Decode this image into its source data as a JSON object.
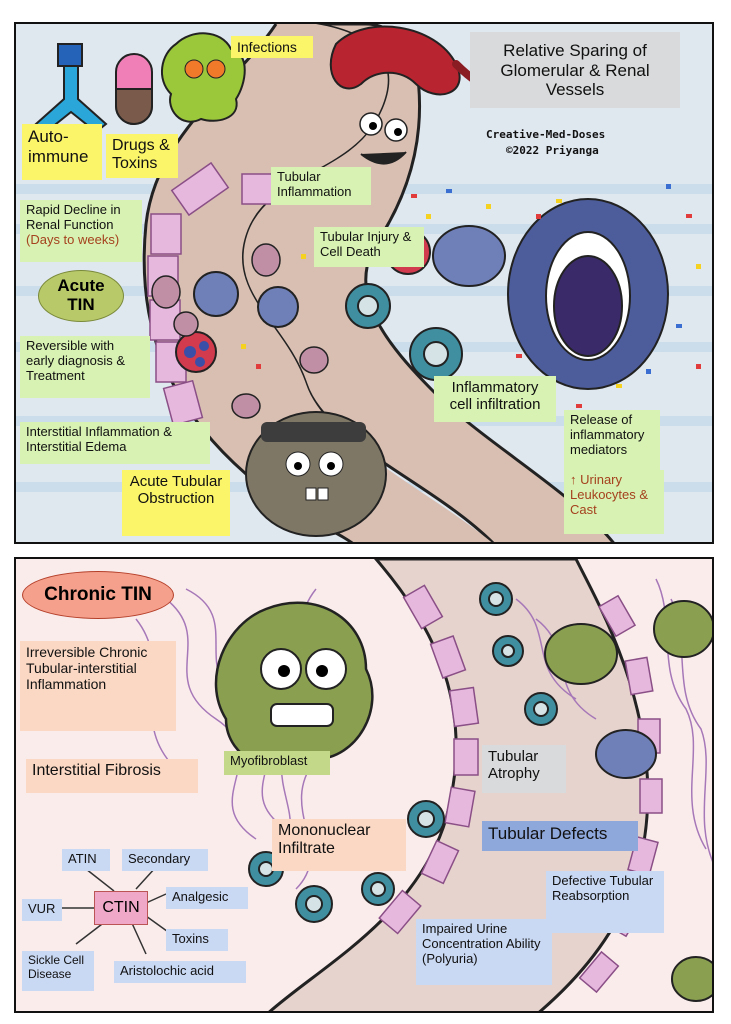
{
  "top_panel": {
    "infections": "Infections",
    "relative_sparing": "Relative Sparing of Glomerular & Renal Vessels",
    "credit_line1": "Creative-Med-Doses",
    "credit_line2": "©2022 Priyanga",
    "autoimmune": "Auto-immune",
    "drugs_toxins": "Drugs & Toxins",
    "tubular_inflammation": "Tubular Inflammation",
    "rapid_decline": "Rapid Decline in Renal Function",
    "rapid_decline_sub": "(Days to weeks)",
    "tubular_injury": "Tubular Injury & Cell Death",
    "acute_tin": "Acute TIN",
    "reversible": "Reversible with early diagnosis & Treatment",
    "inflammatory_infiltration": "Inflammatory cell infiltration",
    "release_mediators": "Release of inflammatory mediators",
    "interstitial_inflammation": "Interstitial Inflammation & Interstitial Edema",
    "acute_obstruction": "Acute Tubular Obstruction",
    "urinary_leukocytes": "↑ Urinary Leukocytes & Cast"
  },
  "bottom_panel": {
    "chronic_tin": "Chronic TIN",
    "irreversible": "Irreversible Chronic Tubular-interstitial Inflammation",
    "interstitial_fibrosis": "Interstitial Fibrosis",
    "myofibroblast": "Myofibroblast",
    "tubular_atrophy": "Tubular Atrophy",
    "mononuclear": "Mononuclear Infiltrate",
    "tubular_defects": "Tubular Defects",
    "defective_reabsorption": "Defective Tubular Reabsorption",
    "impaired_concentration": "Impaired Urine Concentration Ability (Polyuria)",
    "ctin_center": "CTIN",
    "ctin_causes": {
      "atin": "ATIN",
      "secondary": "Secondary",
      "vur": "VUR",
      "analgesic": "Analgesic",
      "toxins": "Toxins",
      "sickle_cell": "Sickle Cell Disease",
      "aristolochic": "Aristolochic acid"
    }
  },
  "colors": {
    "label_yellow": "#fbf56a",
    "label_green": "#d7f2b2",
    "label_peach": "#fbd8c4",
    "label_blue": "#c9d8f3",
    "tubule": "#d9bfb2",
    "fibrosis": "#a678b8"
  }
}
